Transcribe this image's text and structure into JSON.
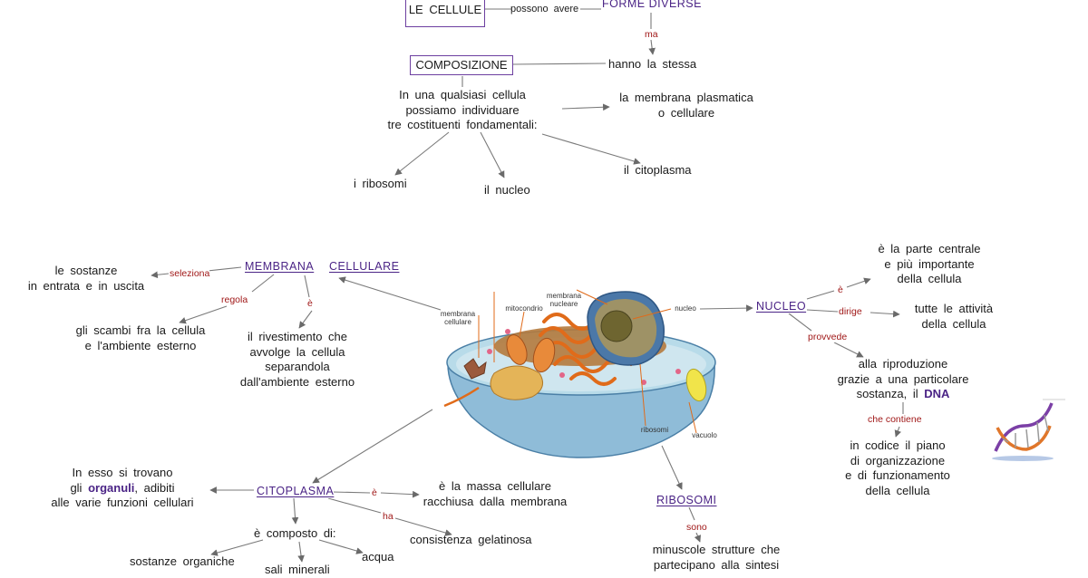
{
  "top": {
    "cells_box": "LE CELLULE",
    "possono_avere": "possono avere",
    "forme_diverse": "FORME DIVERSE",
    "ma": "ma",
    "hanno_la_stessa": "hanno la stessa",
    "composizione_box": "COMPOSIZIONE",
    "cellula_text": [
      "In una qualsiasi cellula",
      "possiamo individuare",
      "tre costituenti fondamentali:"
    ],
    "membrana_plasmatica": [
      "la membrana plasmatica",
      "o cellulare"
    ],
    "ribosomi": "i ribosomi",
    "nucleo": "il nucleo",
    "citoplasma": "il citoplasma"
  },
  "membrana": {
    "concept_a": "MEMBRANA",
    "concept_b": "CELLULARE",
    "seleziona": "seleziona",
    "sostanze": [
      "le sostanze",
      "in entrata e in uscita"
    ],
    "regola": "regola",
    "scambi": [
      "gli scambi fra la cellula",
      "e l'ambiente esterno"
    ],
    "e_link": "è",
    "rivestimento": [
      "il rivestimento che",
      "avvolge la cellula",
      "separandola",
      "dall'ambiente esterno"
    ]
  },
  "nucleo": {
    "concept": "NUCLEO",
    "e_link": "è",
    "parte_centrale": [
      "è la parte centrale",
      "e più importante",
      "della cellula"
    ],
    "dirige": "dirige",
    "attivita": [
      "tutte le attività",
      "della cellula"
    ],
    "provvede": "provvede",
    "riproduzione_1": "alla riproduzione",
    "riproduzione_2": "grazie a una particolare",
    "riproduzione_3": "sostanza, il",
    "dna": "DNA",
    "che_contiene": "che contiene",
    "codice": [
      "in codice il piano",
      "di organizzazione",
      "e di funzionamento",
      "della cellula"
    ]
  },
  "citoplasma": {
    "concept": "CITOPLASMA",
    "organuli_1": "In esso si trovano",
    "organuli_2a": "gli",
    "organuli_2b": "organuli",
    "organuli_2c": ", adibiti",
    "organuli_3": "alle varie funzioni cellulari",
    "e_link": "è",
    "massa": [
      "è la massa cellulare",
      "racchiusa dalla membrana"
    ],
    "ha": "ha",
    "consistenza": "consistenza gelatinosa",
    "composto": "è composto di:",
    "organiche": "sostanze organiche",
    "minerali": "sali minerali",
    "acqua": "acqua"
  },
  "ribosomi": {
    "concept": "RIBOSOMI",
    "sono": "sono",
    "strutture": [
      "minuscole strutture che",
      "partecipano alla sintesi"
    ]
  },
  "cell_labels": {
    "membrana_cellulare": [
      "membrana",
      "cellulare"
    ],
    "mitocondrio": "mitocondrio",
    "membrana_nucleare": [
      "membrana",
      "nucleare"
    ],
    "nucleo": "nucleo",
    "ribosomi": "ribosomi",
    "vacuolo": "vacuolo"
  },
  "colors": {
    "concept": "#4b2486",
    "link": "#a01818",
    "box_border": "#6d3fa0",
    "arrow": "#707070"
  },
  "icons": {
    "cell_illustration": "animal-cell-icon",
    "dna": "dna-helix-icon"
  }
}
